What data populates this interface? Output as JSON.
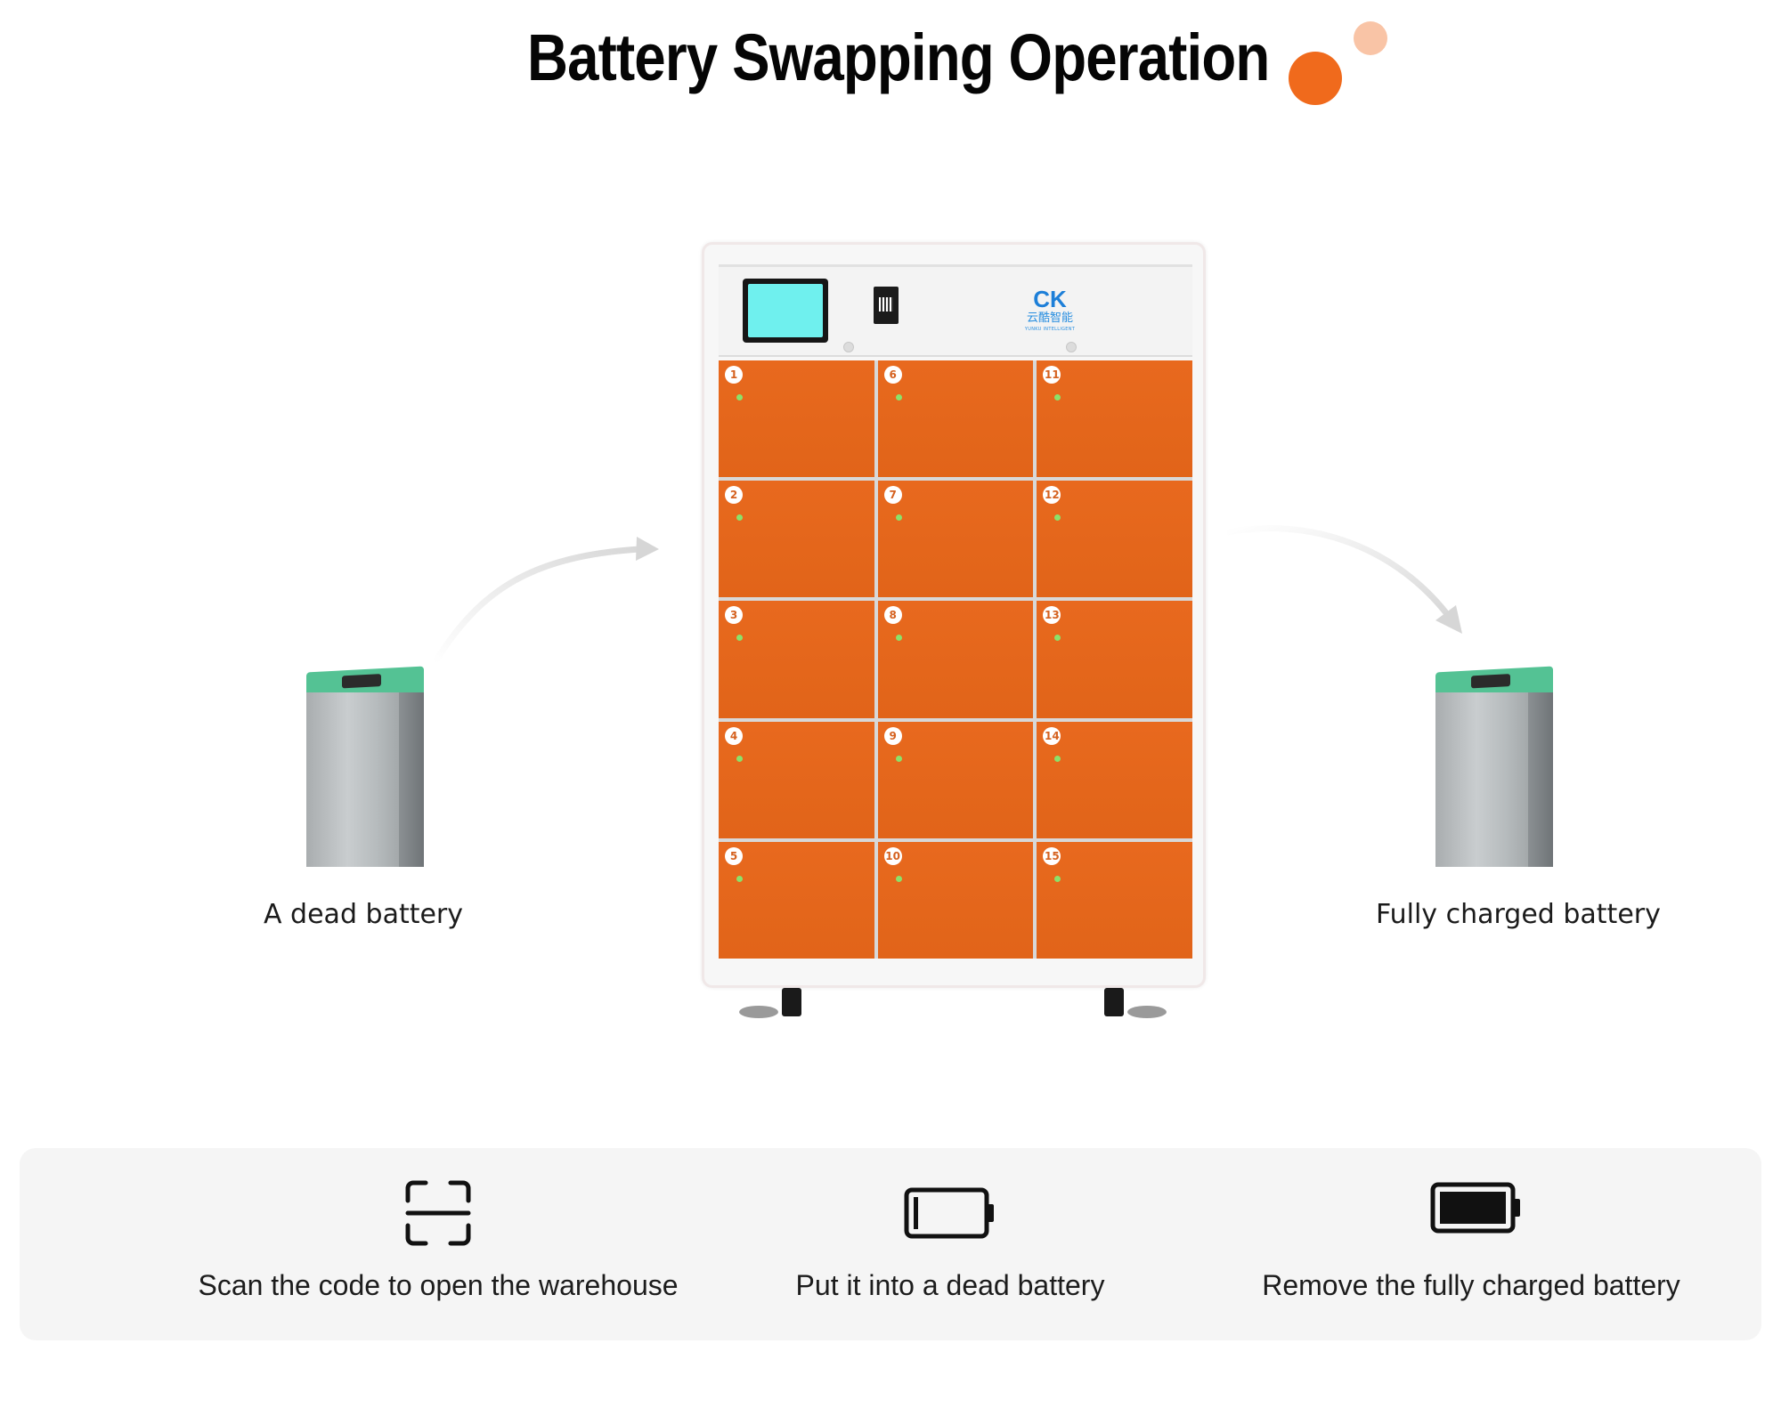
{
  "title": "Battery Swapping Operation",
  "accent_color": "#f06a1c",
  "cabinet": {
    "door_color": "#e4661b",
    "brand": {
      "logo_text": "CK",
      "name_cn": "云酷智能",
      "name_en": "YUNKU INTELLIGENT"
    },
    "doors": [
      "1",
      "6",
      "11",
      "2",
      "7",
      "12",
      "3",
      "8",
      "13",
      "4",
      "9",
      "14",
      "5",
      "10",
      "15"
    ]
  },
  "left_battery": {
    "label": "A dead battery"
  },
  "right_battery": {
    "label": "Fully charged battery"
  },
  "steps": [
    {
      "icon": "scan-frame-icon",
      "label": "Scan the code to open the warehouse"
    },
    {
      "icon": "battery-empty-icon",
      "label": "Put it into a dead battery"
    },
    {
      "icon": "battery-full-icon",
      "label": "Remove the fully charged battery"
    }
  ]
}
